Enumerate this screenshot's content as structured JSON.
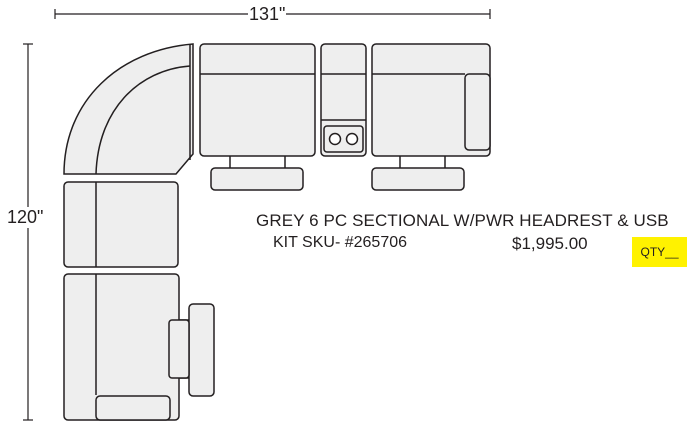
{
  "dimensions": {
    "width": "131\"",
    "height": "120\""
  },
  "product": {
    "title": "GREY 6 PC SECTIONAL W/PWR HEADREST & USB",
    "sku": "KIT SKU- #265706",
    "price": "$1,995.00",
    "qty_label": "QTY__"
  },
  "colors": {
    "outline": "#231f20",
    "fill": "#eeeeee",
    "highlight": "#fff200"
  }
}
